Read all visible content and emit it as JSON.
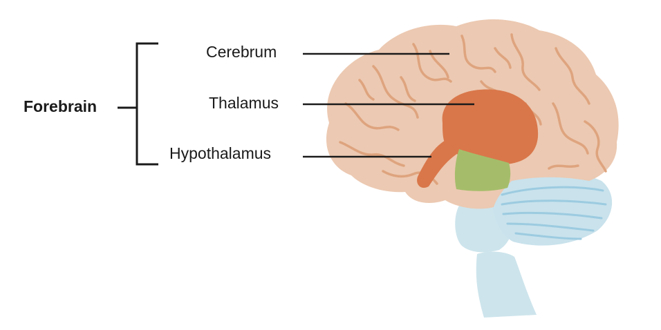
{
  "group_label": "Forebrain",
  "parts": [
    {
      "label": "Cerebrum",
      "color": "#ecc9b2"
    },
    {
      "label": "Thalamus",
      "color": "#d9774a"
    },
    {
      "label": "Hypothalamus",
      "color": "#a5bd6a"
    }
  ],
  "other_regions": [
    {
      "name": "cerebellum",
      "color": "#c9e2ec"
    },
    {
      "name": "brainstem",
      "color": "#cde4ec"
    }
  ],
  "colors": {
    "text": "#1a1a1a",
    "leader_line": "#1a1a1a",
    "cortex_fold": "#dea47e",
    "cerebellum_stripe": "#9ccbe0"
  }
}
